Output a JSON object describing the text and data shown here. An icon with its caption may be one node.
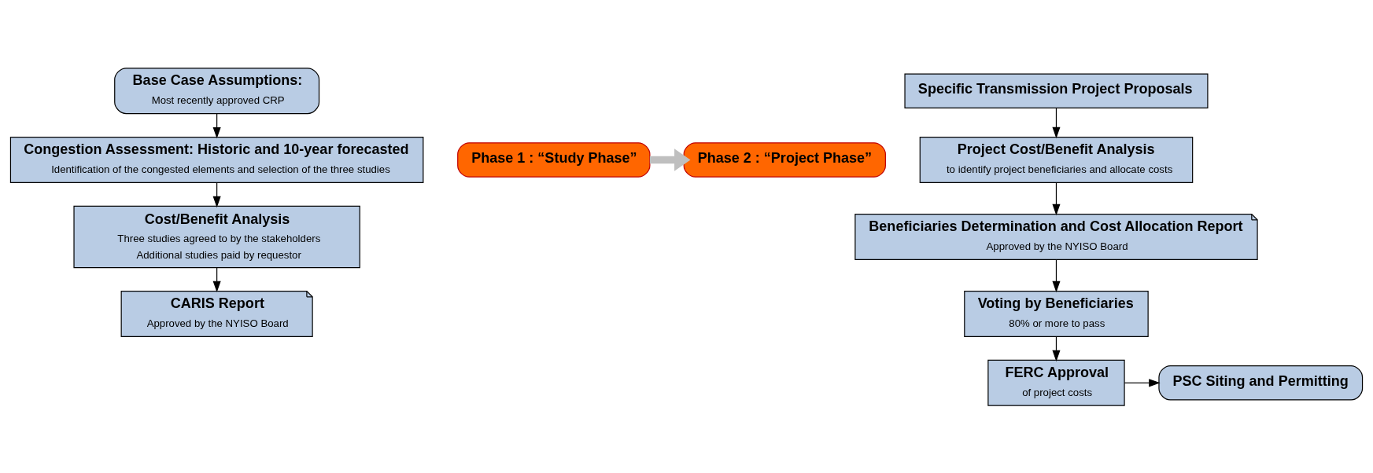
{
  "diagram": {
    "nodes": [
      {
        "text": [
          "Base Case Assumptions:",
          "Most recently approved CRP"
        ]
      },
      {
        "text": [
          "Congestion Assessment: Historic and 10-year forecasted",
          "Identification of the congested elements and selection of the three studies"
        ]
      },
      {
        "text": [
          "Cost/Benefit Analysis",
          "Three studies agreed to by the stakeholders",
          "Additional studies paid by requestor"
        ]
      },
      {
        "text": [
          "CARIS Report",
          "Approved by the NYISO Board"
        ]
      },
      {
        "text": [
          "Phase 1 : “Study Phase”"
        ]
      },
      {
        "text": [
          "Phase 2 : “Project Phase”"
        ]
      },
      {
        "text": [
          "Specific Transmission Project Proposals"
        ]
      },
      {
        "text": [
          "Project Cost/Benefit Analysis",
          "to identify project beneficiaries and allocate costs"
        ]
      },
      {
        "text": [
          "Beneficiaries Determination and Cost Allocation Report",
          "Approved by the NYISO Board"
        ]
      },
      {
        "text": [
          "Voting by Beneficiaries",
          "80% or more to pass"
        ]
      },
      {
        "text": [
          "FERC Approval",
          "of project costs"
        ]
      },
      {
        "text": [
          "PSC Siting and Permitting"
        ]
      }
    ],
    "edges": [
      {
        "from": 0,
        "to": 1,
        "arrow": "to"
      },
      {
        "from": 1,
        "to": 2,
        "arrow": "to"
      },
      {
        "from": 2,
        "to": 3,
        "arrow": "to"
      },
      {
        "from": 4,
        "to": 5,
        "arrow": "to",
        "style": "thick",
        "color": "#bfbfbf"
      },
      {
        "from": 6,
        "to": 7,
        "arrow": "to"
      },
      {
        "from": 7,
        "to": 8,
        "arrow": "to"
      },
      {
        "from": 8,
        "to": 9,
        "arrow": "to"
      },
      {
        "from": 9,
        "to": 10,
        "arrow": "to"
      },
      {
        "from": 10,
        "to": 11,
        "arrow": "to"
      }
    ]
  }
}
